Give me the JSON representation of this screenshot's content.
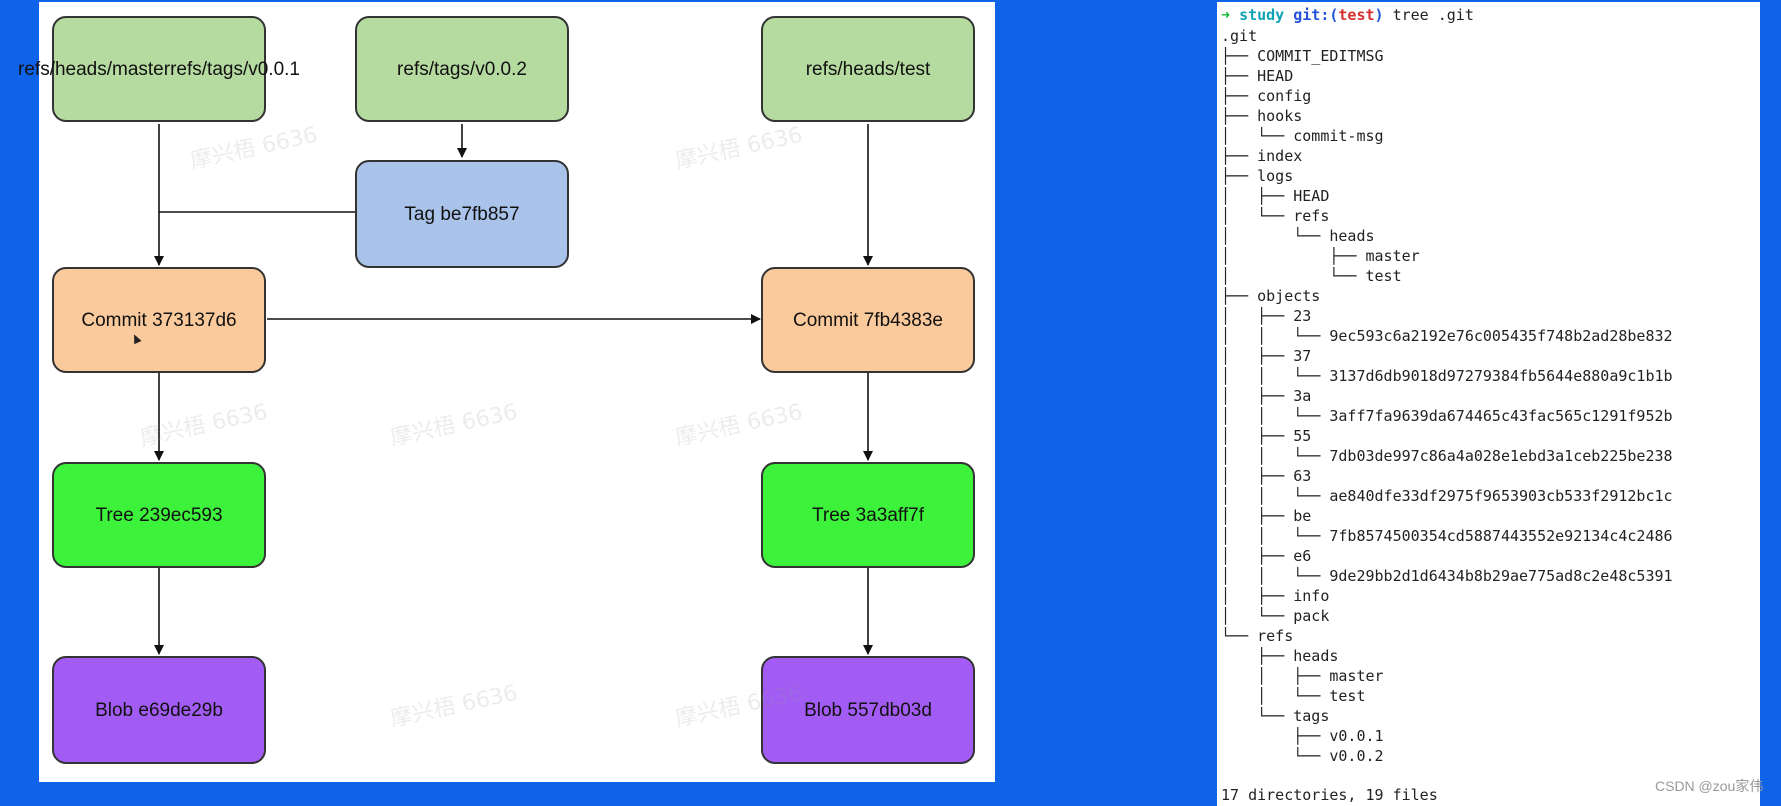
{
  "diagram": {
    "nodes": {
      "refs_master": {
        "lines": [
          "refs/heads/master",
          "refs/tags/v0.0.1"
        ],
        "color": "#b6dba0"
      },
      "refs_tag": {
        "lines": [
          "refs/tags/v0.0.2"
        ],
        "color": "#b6dba0"
      },
      "refs_test": {
        "lines": [
          "refs/heads/test"
        ],
        "color": "#b6dba0"
      },
      "tag": {
        "lines": [
          "Tag be7fb857"
        ],
        "color": "#a9c3ea"
      },
      "commit_1": {
        "lines": [
          "Commit 373137d6"
        ],
        "color": "#fbca9c"
      },
      "commit_2": {
        "lines": [
          "Commit 7fb4383e"
        ],
        "color": "#fbca9c"
      },
      "tree_1": {
        "lines": [
          "Tree 239ec593"
        ],
        "color": "#3df23a"
      },
      "tree_2": {
        "lines": [
          "Tree 3a3aff7f"
        ],
        "color": "#3df23a"
      },
      "blob_1": {
        "lines": [
          "Blob e69de29b"
        ],
        "color": "#a25cf4"
      },
      "blob_2": {
        "lines": [
          "Blob 557db03d"
        ],
        "color": "#a25cf4"
      }
    },
    "watermark_text": "摩兴梧 6636"
  },
  "terminal": {
    "prompt": {
      "arrow": "➜",
      "dir": "study",
      "git": "git:(",
      "branch": "test",
      "git_close": ")",
      "command": "tree .git"
    },
    "tree_lines": [
      ".git",
      "├── COMMIT_EDITMSG",
      "├── HEAD",
      "├── config",
      "├── hooks",
      "│   └── commit-msg",
      "├── index",
      "├── logs",
      "│   ├── HEAD",
      "│   └── refs",
      "│       └── heads",
      "│           ├── master",
      "│           └── test",
      "├── objects",
      "│   ├── 23",
      "│   │   └── 9ec593c6a2192e76c005435f748b2ad28be832",
      "│   ├── 37",
      "│   │   └── 3137d6db9018d97279384fb5644e880a9c1b1b",
      "│   ├── 3a",
      "│   │   └── 3aff7fa9639da674465c43fac565c1291f952b",
      "│   ├── 55",
      "│   │   └── 7db03de997c86a4a028e1ebd3a1ceb225be238",
      "│   ├── 63",
      "│   │   └── ae840dfe33df2975f9653903cb533f2912bc1c",
      "│   ├── be",
      "│   │   └── 7fb8574500354cd5887443552e92134c4c2486",
      "│   ├── e6",
      "│   │   └── 9de29bb2d1d6434b8b29ae775ad8c2e48c5391",
      "│   ├── info",
      "│   └── pack",
      "└── refs",
      "    ├── heads",
      "    │   ├── master",
      "    │   └── test",
      "    └── tags",
      "        ├── v0.0.1",
      "        └── v0.0.2"
    ],
    "summary": "17 directories, 19 files"
  },
  "csdn_watermark": "CSDN @zou家伟"
}
